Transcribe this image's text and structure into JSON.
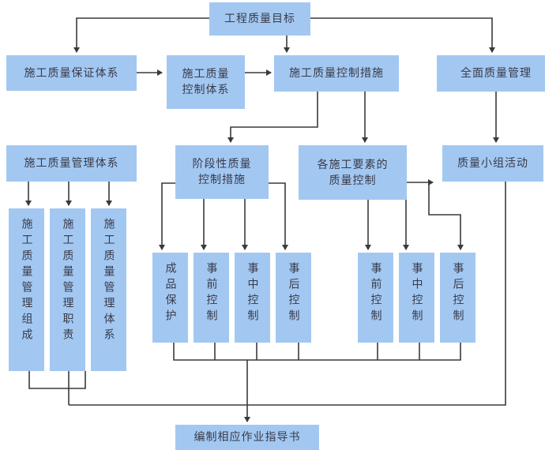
{
  "nodes": {
    "goal": "工程质量目标",
    "assurance_system": "施工质量保证体系",
    "control_system": "施工质量\n控制体系",
    "control_measures": "施工质量控制措施",
    "tqm": "全面质量管理",
    "mgmt_system": "施工质量管理体系",
    "mgmt_org": "施工质量管理组成",
    "mgmt_duty": "施工质量管理职责",
    "mgmt_sys": "施工质量管理体系",
    "stage_measures": "阶段性质量\n控制措施",
    "element_control": "各施工要素的\n质量控制",
    "qc_group": "质量小组活动",
    "product_protect": "成品保护",
    "stage_pre": "事前控制",
    "stage_mid": "事中控制",
    "stage_post": "事后控制",
    "elem_pre": "事前控制",
    "elem_mid": "事中控制",
    "elem_post": "事后控制",
    "guide_book": "编制相应作业指导书"
  },
  "colors": {
    "box_fill": "#a2c8f2",
    "line": "#3a3a3a",
    "text": "#3a3a48"
  }
}
